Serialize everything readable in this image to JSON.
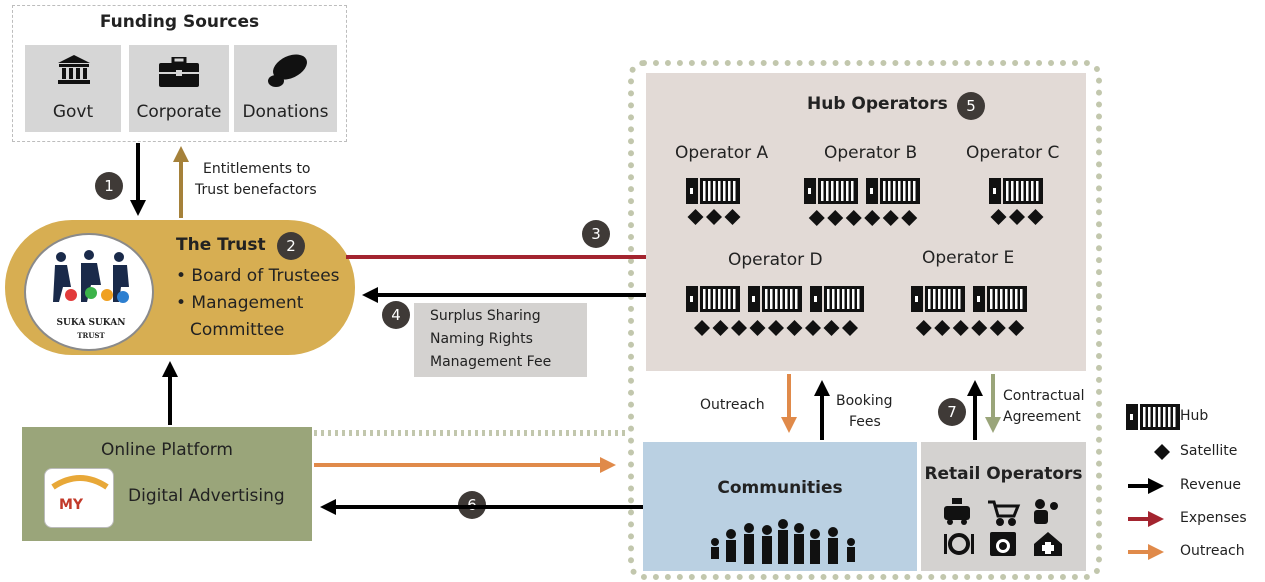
{
  "funding": {
    "title": "Funding Sources",
    "sources": [
      {
        "label": "Govt",
        "icon": "government-building-icon"
      },
      {
        "label": "Corporate",
        "icon": "briefcase-icon"
      },
      {
        "label": "Donations",
        "icon": "hand-icon"
      }
    ]
  },
  "trust": {
    "title": "The Trust",
    "bullets": [
      "• Board of Trustees",
      "• Management",
      "Committee"
    ],
    "logo": {
      "line1": "SUKA SUKAN",
      "line2": "TRUST"
    }
  },
  "hub": {
    "title": "Hub Operators",
    "operators": [
      {
        "name": "Operator A",
        "hubs": 1,
        "satellites": 3
      },
      {
        "name": "Operator B",
        "hubs": 2,
        "satellites": 6
      },
      {
        "name": "Operator C",
        "hubs": 1,
        "satellites": 3
      },
      {
        "name": "Operator D",
        "hubs": 3,
        "satellites": 9
      },
      {
        "name": "Operator E",
        "hubs": 2,
        "satellites": 6
      }
    ]
  },
  "flows": {
    "entitlements": [
      "Entitlements to",
      "Trust benefactors"
    ],
    "surplus": [
      "Surplus Sharing",
      "Naming Rights",
      "Management Fee"
    ],
    "outreach": "Outreach",
    "booking": [
      "Booking",
      "Fees"
    ],
    "contractual": [
      "Contractual",
      "Agreement"
    ]
  },
  "numbers": [
    "1",
    "2",
    "3",
    "4",
    "5",
    "6",
    "7"
  ],
  "online": {
    "title": "Online Platform",
    "label": "Digital Advertising",
    "logo_text": "MY"
  },
  "communities": {
    "title": "Communities"
  },
  "retail": {
    "title": "Retail Operators"
  },
  "legend": [
    {
      "label": "Hub",
      "symbol": "hub"
    },
    {
      "label": "Satellite",
      "symbol": "diamond"
    },
    {
      "label": "Revenue",
      "symbol": "arrow",
      "color": "#000000"
    },
    {
      "label": "Expenses",
      "symbol": "arrow",
      "color": "#a3242f"
    },
    {
      "label": "Outreach",
      "symbol": "arrow",
      "color": "#e08a4a"
    }
  ],
  "colors": {
    "trust": "#d7ae52",
    "hub_bg": "#e2dad6",
    "online": "#9aa57a",
    "communities": "#bad0e2",
    "retail": "#d4d2d0",
    "revenue": "#000000",
    "expenses": "#a3242f",
    "outreach": "#e08a4a",
    "entitlement": "#a5813a",
    "contractual": "#9aa57a",
    "dotted_border": "#c2c7ad"
  }
}
